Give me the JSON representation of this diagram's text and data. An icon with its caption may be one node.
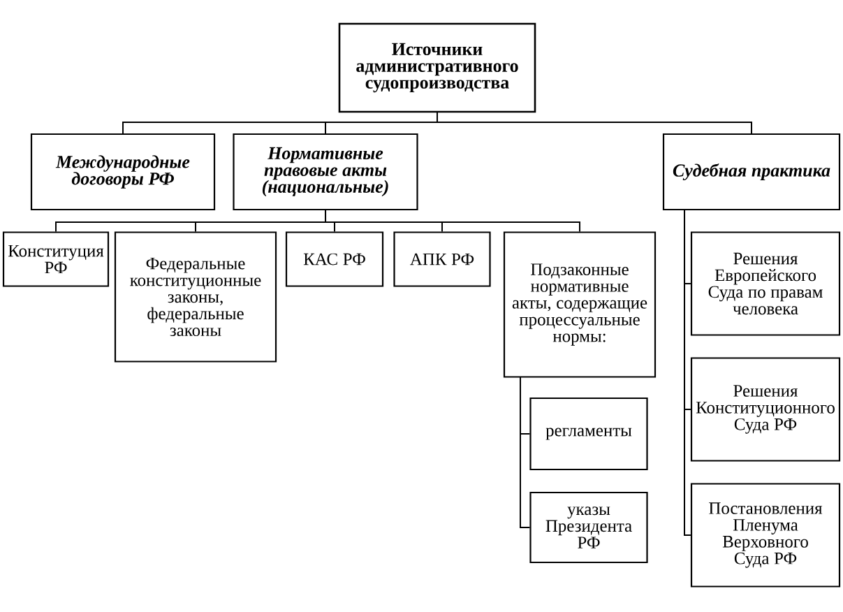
{
  "diagram": {
    "nodes": [
      {
        "text": [
          "Источники административного судопроизводства"
        ]
      },
      {
        "text": [
          "Международные договоры РФ"
        ]
      },
      {
        "text": [
          "Нормативные правовые акты (национальные)"
        ]
      },
      {
        "text": [
          "Судебная практика"
        ]
      },
      {
        "text": [
          "Конституция РФ"
        ]
      },
      {
        "text": [
          "Федеральные конституционные законы, федеральные законы"
        ]
      },
      {
        "text": [
          "КАС РФ"
        ]
      },
      {
        "text": [
          "АПК РФ"
        ]
      },
      {
        "text": [
          "Подзаконные нормативные акты, содержащие процессуальные нормы:"
        ]
      },
      {
        "text": [
          "регламенты"
        ]
      },
      {
        "text": [
          "указы Президента РФ"
        ]
      },
      {
        "text": [
          "Решения Европейского Суда по правам человека"
        ]
      },
      {
        "text": [
          "Решения Конституционного Суда РФ"
        ]
      },
      {
        "text": [
          "Постановления Пленума Верховного Суда РФ"
        ]
      }
    ],
    "edges": [
      {
        "from": 0,
        "to": 1,
        "arrow": "none"
      },
      {
        "from": 0,
        "to": 2,
        "arrow": "none"
      },
      {
        "from": 0,
        "to": 3,
        "arrow": "none"
      },
      {
        "from": 2,
        "to": 4,
        "arrow": "none"
      },
      {
        "from": 2,
        "to": 5,
        "arrow": "none"
      },
      {
        "from": 2,
        "to": 6,
        "arrow": "none"
      },
      {
        "from": 2,
        "to": 7,
        "arrow": "none"
      },
      {
        "from": 2,
        "to": 8,
        "arrow": "none"
      },
      {
        "from": 8,
        "to": 9,
        "arrow": "none"
      },
      {
        "from": 8,
        "to": 10,
        "arrow": "none"
      },
      {
        "from": 3,
        "to": 11,
        "arrow": "none"
      },
      {
        "from": 3,
        "to": 12,
        "arrow": "none"
      },
      {
        "from": 3,
        "to": 13,
        "arrow": "none"
      }
    ]
  }
}
